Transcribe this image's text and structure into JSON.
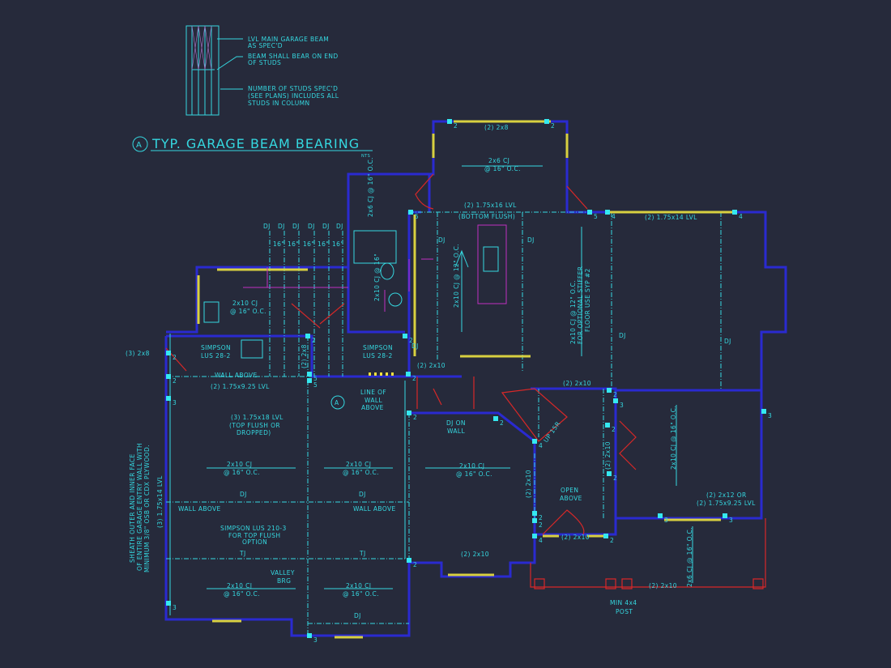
{
  "detail": {
    "callouts": [
      "LVL MAIN GARAGE BEAM",
      "AS SPEC'D",
      "BEAM SHALL BEAR ON END",
      "OF STUDS",
      "NUMBER OF STUDS SPEC'D",
      "(SEE PLANS) INCLUDES ALL",
      "STUDS IN COLUMN"
    ],
    "marker": "A",
    "title": "TYP. GARAGE BEAM BEARING",
    "scale": "NTS"
  },
  "labels": {
    "bay_header": "(2) 2x8",
    "bay_cj_1": "2x6 CJ",
    "bay_cj_2": "@ 16\" O.C.",
    "lvl16": "(2) 1.75x16 LVL",
    "bottom_flush": "(BOTTOM FLUSH)",
    "lvl14": "(2) 1.75x14 LVL",
    "dj": "DJ",
    "kitchen_cj": "2x10 CJ @ 12\" O.C.",
    "stiffer_1": "2x10 CJ @ 12\" O.C.",
    "stiffer_2": "FOR OPTIONAL STIFFER",
    "stiffer_3": "FLOOR USE SYP #2",
    "spacing": "16\"",
    "bath_cj": "2x6 CJ @ 16\" O.C.",
    "bath_cj2": "2x10 CJ @ 16\"",
    "mud_cj_1": "2x10 CJ",
    "mud_cj_2": "@ 16\" O.C.",
    "simpson_1": "SIMPSON",
    "simpson_2": "LUS 28-2",
    "wall_above": "WALL ABOVE",
    "lvl925": "(2) 1.75x9.25 LVL",
    "three_2x8": "(3) 2x8",
    "two_2x8": "(2) 2x8",
    "two_2x10": "(2) 2x10",
    "line_of_1": "LINE OF",
    "line_of_2": "WALL",
    "line_of_3": "ABOVE",
    "marker_a": "A",
    "lvl18_1": "(3) 1.75x18 LVL",
    "lvl18_2": "(TOP FLUSH OR",
    "lvl18_3": "DROPPED)",
    "cj_1": "2x10 CJ",
    "cj_2": "@ 16\" O.C.",
    "simpson210_1": "SIMPSON LUS 210-3",
    "simpson210_2": "FOR TOP FLUSH",
    "simpson210_3": "OPTION",
    "tj": "TJ",
    "valley_1": "VALLEY",
    "valley_2": "BRG",
    "sheath_1": "SHEATH OUTER AND INNER FACE",
    "sheath_2": "OF ENTIRE GARAGE ENTRY WALL WITH",
    "sheath_3": "MINIMUM 3/8\" OSB OR CDX PLYWOOD.",
    "lvl14_3": "(3) 1.75x14 LVL",
    "dj_on_1": "DJ ON",
    "dj_on_2": "WALL",
    "stair": "UP 15R",
    "open_1": "OPEN",
    "open_2": "ABOVE",
    "right_cj": "2x10 CJ @ 16\" O.C.",
    "header12_1": "(2) 2x12 OR",
    "header12_2": "(2) 1.75x9.25 LVL",
    "porch_cj": "2x6 CJ @ 16\" O.C.",
    "post_1": "MIN 4x4",
    "post_2": "POST"
  },
  "post_numbers": [
    "2",
    "2",
    "5",
    "5",
    "4",
    "4",
    "2",
    "2",
    "2",
    "3",
    "3",
    "5",
    "2",
    "2",
    "2",
    "2",
    "4",
    "2",
    "2",
    "3",
    "3",
    "2",
    "2",
    "2",
    "4",
    "3",
    "2",
    "2",
    "3",
    "3",
    "5"
  ],
  "colors": {
    "background": "#262a3b",
    "walls": "#2a2ad0",
    "framing": "#35d8e0",
    "windows": "#d8d040",
    "doors": "#d82828",
    "fixtures": "#c030c0"
  }
}
